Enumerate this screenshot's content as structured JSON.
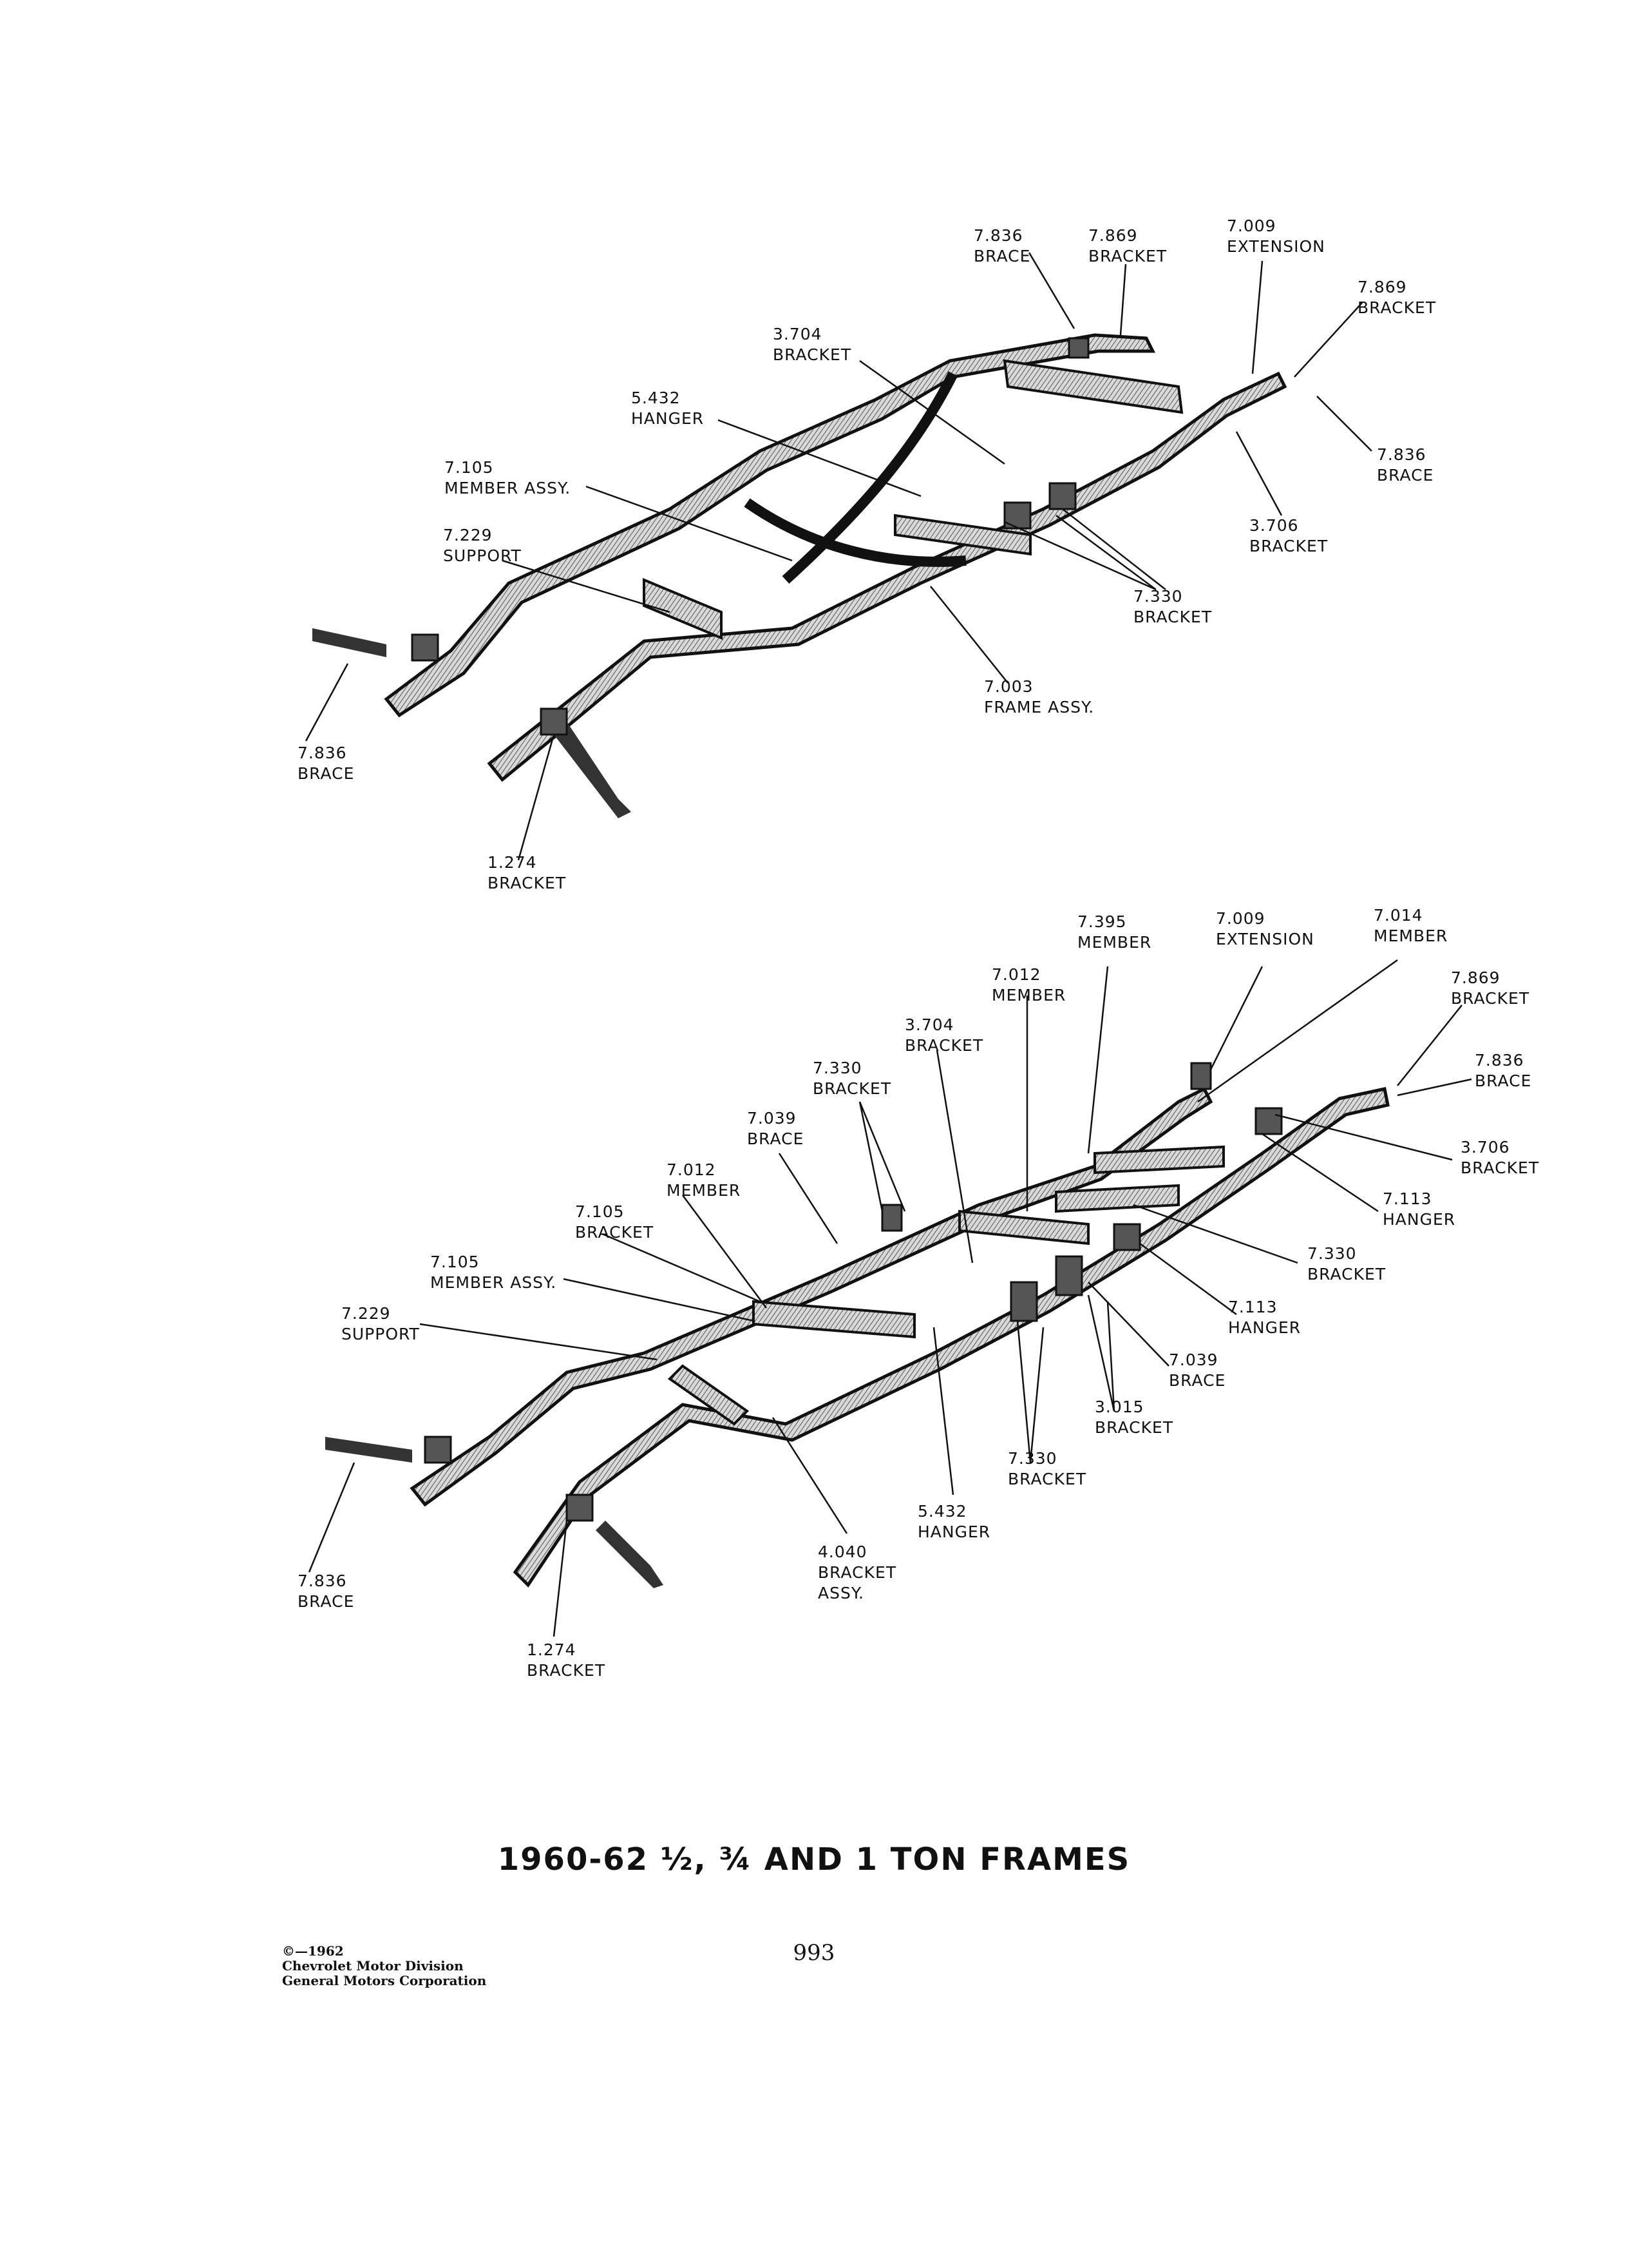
{
  "diagram_top": {
    "labels": {
      "brace_7836_top": [
        "7.836",
        "BRACE"
      ],
      "bracket_7869_top": [
        "7.869",
        "BRACKET"
      ],
      "extension_7009": [
        "7.009",
        "EXTENSION"
      ],
      "bracket_7869_right": [
        "7.869",
        "BRACKET"
      ],
      "bracket_3704": [
        "3.704",
        "BRACKET"
      ],
      "hanger_5432": [
        "5.432",
        "HANGER"
      ],
      "brace_7836_right": [
        "7.836",
        "BRACE"
      ],
      "member_assy_7105": [
        "7.105",
        "MEMBER ASSY."
      ],
      "bracket_3706": [
        "3.706",
        "BRACKET"
      ],
      "support_7229": [
        "7.229",
        "SUPPORT"
      ],
      "bracket_7330": [
        "7.330",
        "BRACKET"
      ],
      "frame_assy_7003": [
        "7.003",
        "FRAME ASSY."
      ],
      "brace_7836_left": [
        "7.836",
        "BRACE"
      ],
      "bracket_1274": [
        "1.274",
        "BRACKET"
      ]
    }
  },
  "diagram_bottom": {
    "labels": {
      "member_7395": [
        "7.395",
        "MEMBER"
      ],
      "extension_7009": [
        "7.009",
        "EXTENSION"
      ],
      "member_7014": [
        "7.014",
        "MEMBER"
      ],
      "member_7012_top": [
        "7.012",
        "MEMBER"
      ],
      "bracket_7869": [
        "7.869",
        "BRACKET"
      ],
      "bracket_3704": [
        "3.704",
        "BRACKET"
      ],
      "brace_7836_right": [
        "7.836",
        "BRACE"
      ],
      "bracket_7330_top": [
        "7.330",
        "BRACKET"
      ],
      "brace_7039_top": [
        "7.039",
        "BRACE"
      ],
      "bracket_3706": [
        "3.706",
        "BRACKET"
      ],
      "member_7012_left": [
        "7.012",
        "MEMBER"
      ],
      "hanger_7113_right": [
        "7.113",
        "HANGER"
      ],
      "bracket_7105": [
        "7.105",
        "BRACKET"
      ],
      "member_assy_7105": [
        "7.105",
        "MEMBER ASSY."
      ],
      "bracket_7330_right": [
        "7.330",
        "BRACKET"
      ],
      "support_7229": [
        "7.229",
        "SUPPORT"
      ],
      "hanger_7113_mid": [
        "7.113",
        "HANGER"
      ],
      "brace_7039_mid": [
        "7.039",
        "BRACE"
      ],
      "bracket_3015": [
        "3.015",
        "BRACKET"
      ],
      "bracket_7330_bottom": [
        "7.330",
        "BRACKET"
      ],
      "hanger_5432": [
        "5.432",
        "HANGER"
      ],
      "bracket_assy_4040": [
        "4.040",
        "BRACKET",
        "ASSY."
      ],
      "brace_7836_left": [
        "7.836",
        "BRACE"
      ],
      "bracket_1274": [
        "1.274",
        "BRACKET"
      ]
    }
  },
  "title": "1960-62 ½, ¾ AND 1 TON FRAMES",
  "copyright": [
    "©—1962",
    "Chevrolet Motor Division",
    "General Motors Corporation"
  ],
  "page_number": "993"
}
